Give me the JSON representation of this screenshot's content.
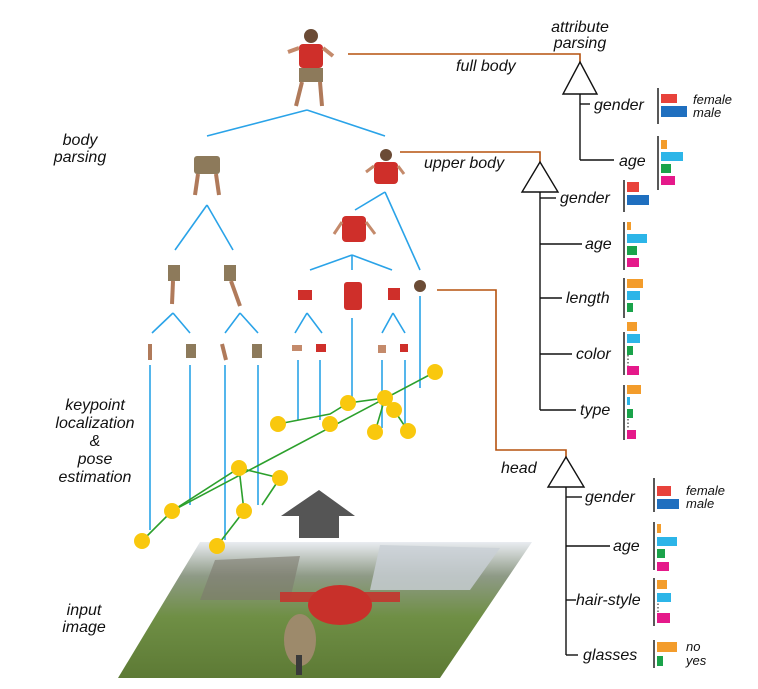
{
  "titles": {
    "attribute_parsing_1": "attribute",
    "attribute_parsing_2": "parsing",
    "body_parsing_1": "body",
    "body_parsing_2": "parsing",
    "keypoint_1": "keypoint",
    "keypoint_2": "localization",
    "keypoint_3": "&",
    "keypoint_4": "pose",
    "keypoint_5": "estimation",
    "input_1": "input",
    "input_2": "image"
  },
  "nodes": {
    "full_body": "full body",
    "upper_body": "upper body",
    "head": "head"
  },
  "full_body_attrs": {
    "gender": "gender",
    "age": "age",
    "female": "female",
    "male": "male"
  },
  "upper_body_attrs": {
    "gender": "gender",
    "age": "age",
    "length": "length",
    "color": "color",
    "type": "type"
  },
  "head_attrs": {
    "gender": "gender",
    "age": "age",
    "hair_style": "hair-style",
    "glasses": "glasses",
    "female": "female",
    "male": "male",
    "no": "no",
    "yes": "yes"
  },
  "colors": {
    "tree_blue": "#2aa3e8",
    "link_brown": "#b5520e",
    "pose_green": "#2ca02c",
    "keypoint_yellow": "#f9c80e",
    "bar_red": "#e8423b",
    "bar_blue": "#1f6fbf",
    "bar_orange": "#f39c2b",
    "bar_cyan": "#2cb5e8",
    "bar_green": "#1aa34a",
    "bar_magenta": "#e5198a",
    "arrow_gray": "#555555"
  }
}
